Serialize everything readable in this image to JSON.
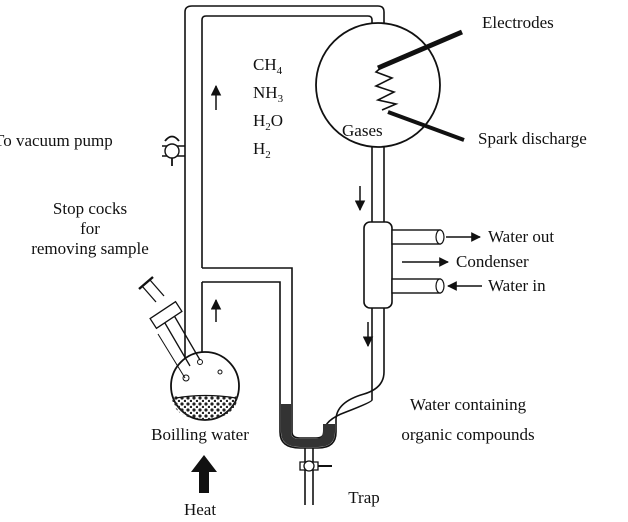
{
  "labels": {
    "electrodes": "Electrodes",
    "spark": "Spark discharge",
    "gases": "Gases",
    "vacuum": "To vacuum pump",
    "stopcocks_1": "Stop cocks",
    "stopcocks_2": "for",
    "stopcocks_3": "removing sample",
    "water_out": "Water out",
    "condenser": "Condenser",
    "water_in": "Water in",
    "product_1": "Water containing",
    "product_2": "organic compounds",
    "boiling": "Boilling water",
    "heat": "Heat",
    "trap": "Trap"
  },
  "gases": [
    {
      "base": "CH",
      "sub": "4"
    },
    {
      "base": "NH",
      "sub": "3"
    },
    {
      "base": "H",
      "sub": "2",
      "tail": "O"
    },
    {
      "base": "H",
      "sub": "2"
    }
  ]
}
